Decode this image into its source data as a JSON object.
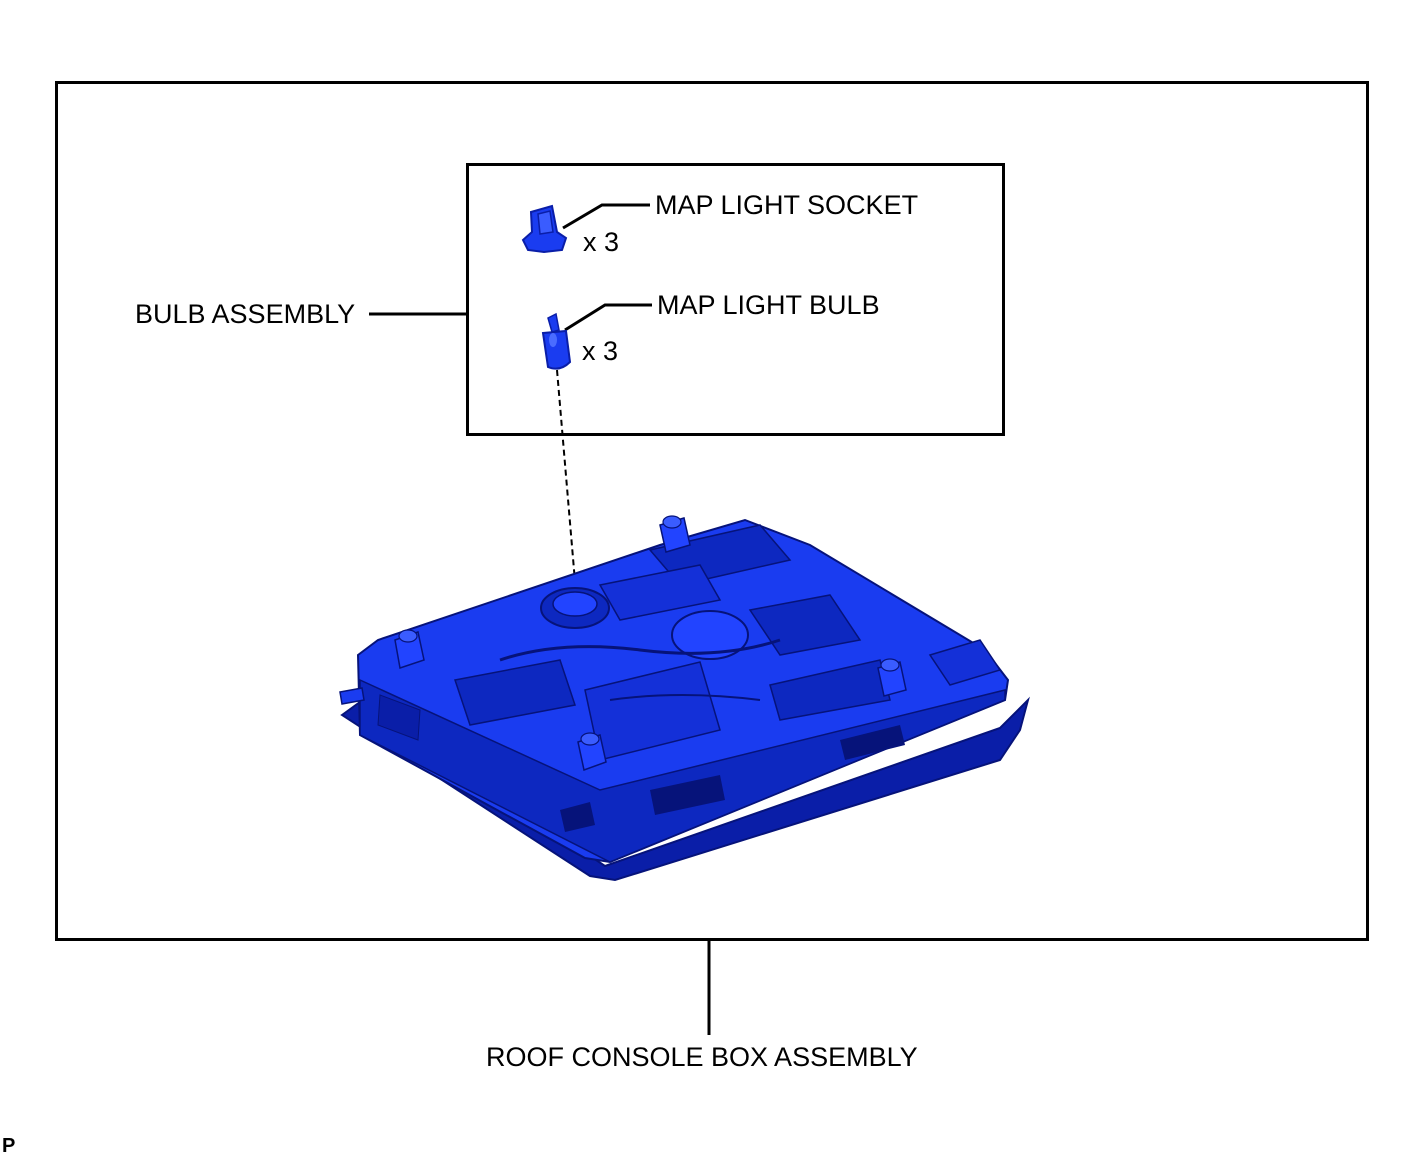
{
  "labels": {
    "bulb_assembly": "BULB ASSEMBLY",
    "map_light_socket": "MAP LIGHT SOCKET",
    "socket_qty": "x 3",
    "map_light_bulb": "MAP LIGHT BULB",
    "bulb_qty": "x 3",
    "roof_console": "ROOF CONSOLE BOX ASSEMBLY",
    "corner_mark": "P"
  },
  "colors": {
    "part_fill": "#1a3cf0",
    "part_dark": "#0a1ea8",
    "line": "#000000"
  }
}
